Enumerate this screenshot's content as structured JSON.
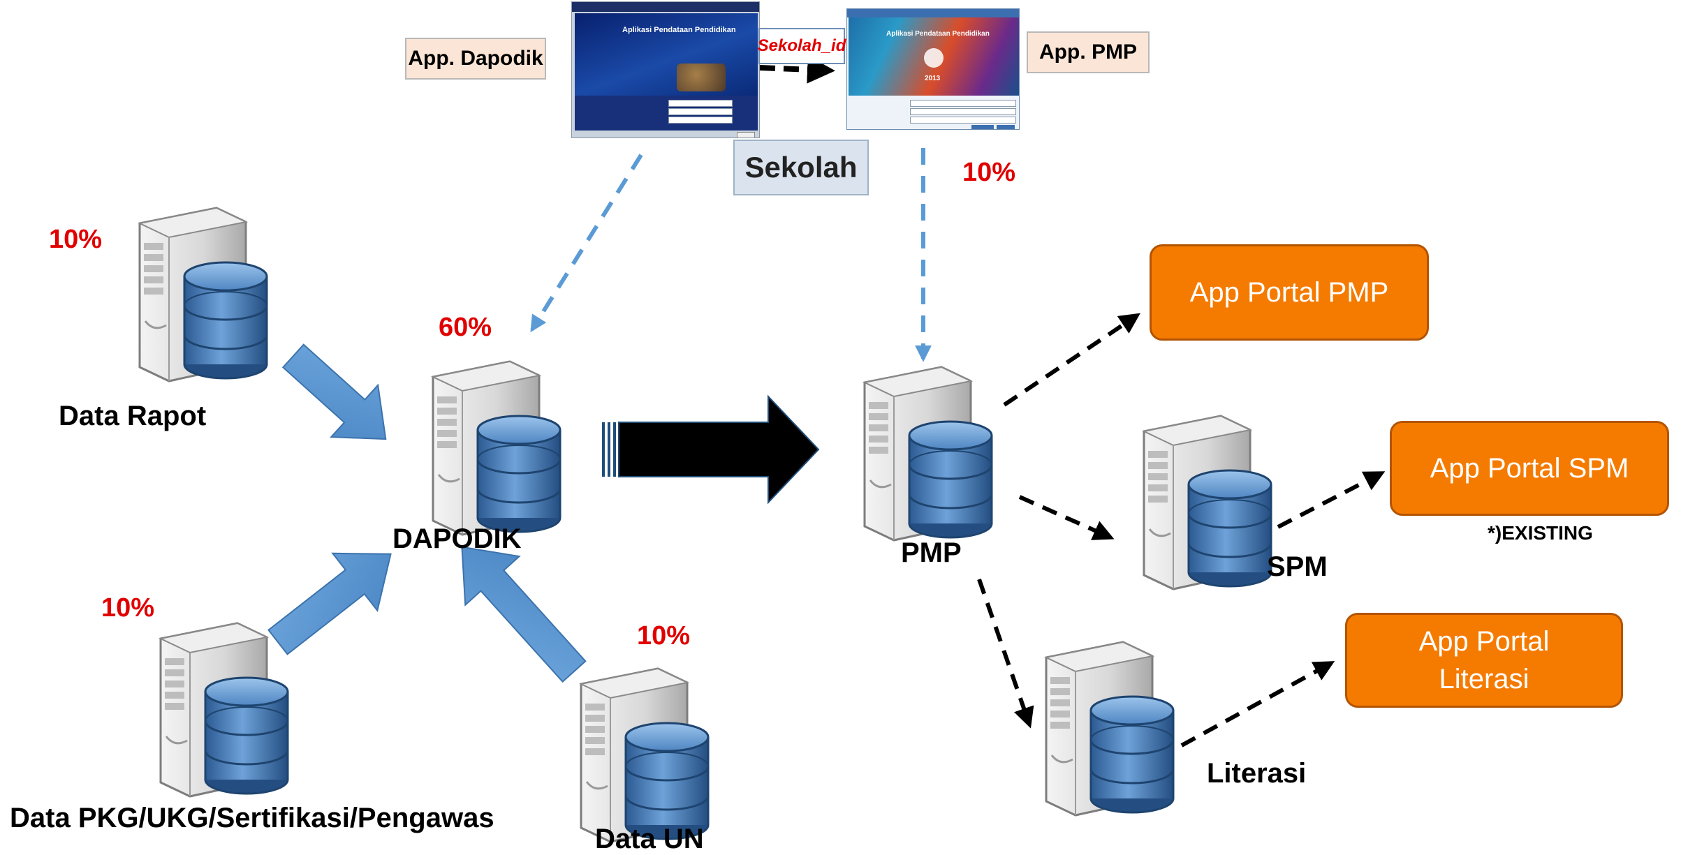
{
  "apps": {
    "dapodik": {
      "label": "App. Dapodik",
      "screen_title": "Aplikasi Pendataan Pendidikan"
    },
    "pmp": {
      "label": "App.  PMP",
      "screen_title": "Aplikasi Pendataan Pendidikan",
      "year": "2013"
    },
    "link_label": "Sekolah_id",
    "sekolah_label": "Sekolah"
  },
  "servers": {
    "rapot": {
      "label": "Data Rapot",
      "percent": "10%"
    },
    "dapodik": {
      "label": "DAPODIK",
      "percent": "60%"
    },
    "pkg": {
      "label": "Data PKG/UKG/Sertifikasi/Pengawas",
      "percent": "10%"
    },
    "un": {
      "label": "Data UN",
      "percent": "10%"
    },
    "pmp": {
      "label": "PMP",
      "percent": "10%"
    },
    "spm": {
      "label": "SPM"
    },
    "literasi": {
      "label": "Literasi"
    }
  },
  "portals": {
    "pmp": {
      "label": "App Portal PMP"
    },
    "spm": {
      "label": "App Portal SPM",
      "note": "*)EXISTING"
    },
    "literasi": {
      "line1": "App Portal",
      "line2": "Literasi"
    }
  },
  "colors": {
    "portal_fill": "#f57b00",
    "percent_text": "#e00000",
    "flow_arrow": "#5b9bd5",
    "dashed_blue": "#5b9bd5",
    "dashed_black": "#000000"
  }
}
